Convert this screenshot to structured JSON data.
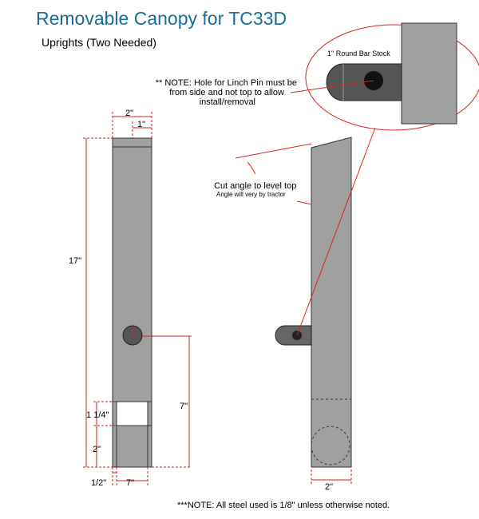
{
  "title": "Removable Canopy for TC33D",
  "subtitle": "Uprights (Two Needed)",
  "labels": {
    "bar_stock": "1\" Round Bar Stock",
    "note_line1": "** NOTE: Hole for Linch Pin must be",
    "note_line2": "from side and not top to allow",
    "note_line3": "install/removal",
    "cut_line1": "Cut angle to level top",
    "cut_line2": "Angle will very by tractor",
    "footer": "***NOTE: All steel used is 1/8\" unless otherwise noted."
  },
  "dimensions": {
    "width_top": "2\"",
    "width_inner": "1\"",
    "height_total": "17\"",
    "height_hole": "7\"",
    "gap_height": "1 1/4\"",
    "lower_block": "2\"",
    "bottom_lip": "1/2\"",
    "bottom_width": "7\"",
    "side_width": "2\""
  },
  "colors": {
    "title": "#1a6c9c",
    "steel": "#a0a0a0",
    "dimension": "#cc2222"
  }
}
